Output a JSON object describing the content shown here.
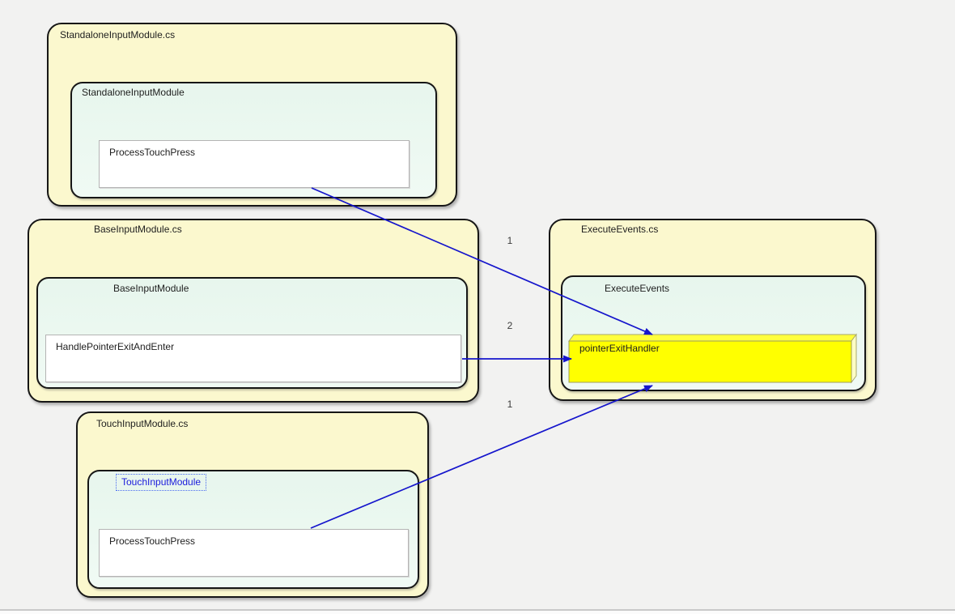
{
  "diagram": {
    "files": [
      {
        "file_label": "StandaloneInputModule.cs",
        "class_label": "StandaloneInputModule",
        "method_label": "ProcessTouchPress"
      },
      {
        "file_label": "BaseInputModule.cs",
        "class_label": "BaseInputModule",
        "method_label": "HandlePointerExitAndEnter"
      },
      {
        "file_label": "TouchInputModule.cs",
        "class_label": "TouchInputModule",
        "method_label": "ProcessTouchPress",
        "class_label_state": "selected"
      },
      {
        "file_label": "ExecuteEvents.cs",
        "class_label": "ExecuteEvents",
        "method_label": "pointerExitHandler",
        "method_state": "highlighted"
      }
    ],
    "edges": [
      {
        "from": "StandaloneInputModule.ProcessTouchPress",
        "to": "ExecuteEvents.pointerExitHandler",
        "count": "1"
      },
      {
        "from": "BaseInputModule.HandlePointerExitAndEnter",
        "to": "ExecuteEvents.pointerExitHandler",
        "count": "2"
      },
      {
        "from": "TouchInputModule.ProcessTouchPress",
        "to": "ExecuteEvents.pointerExitHandler",
        "count": "1"
      }
    ],
    "colors": {
      "file_fill": "#fbf8ce",
      "class_fill": "#e9f7ef",
      "method_fill": "#ffffff",
      "highlight_fill": "#ffff00",
      "arrow_blue": "#1515cc",
      "selected_label_blue": "#1b1bdc",
      "background": "#f2f2f1"
    }
  }
}
